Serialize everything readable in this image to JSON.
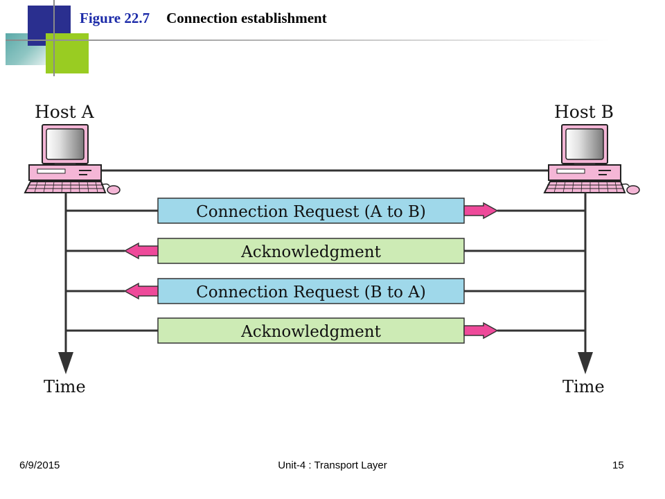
{
  "slide": {
    "figure_number": "Figure 22.7",
    "figure_title": "Connection establishment"
  },
  "diagram": {
    "host_a_label": "Host A",
    "host_b_label": "Host B",
    "time_label_a": "Time",
    "time_label_b": "Time",
    "messages": [
      {
        "text": "Connection Request (A to B)",
        "direction": "A-to-B",
        "color": "#9fd8ea"
      },
      {
        "text": "Acknowledgment",
        "direction": "B-to-A",
        "color": "#cdebb5"
      },
      {
        "text": "Connection Request (B to A)",
        "direction": "B-to-A",
        "color": "#9fd8ea"
      },
      {
        "text": "Acknowledgment",
        "direction": "A-to-B",
        "color": "#cdebb5"
      }
    ],
    "arrow_color": "#ee4a9a",
    "computer_color": "#f4b6d6"
  },
  "footer": {
    "date": "6/9/2015",
    "center": "Unit-4 : Transport Layer",
    "page": "15"
  }
}
